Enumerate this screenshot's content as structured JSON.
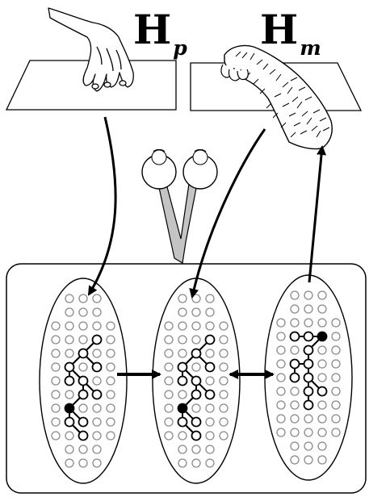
{
  "labels": {
    "left": {
      "main": "H",
      "sub": "p"
    },
    "right": {
      "main": "H",
      "sub": "m"
    }
  },
  "figure": {
    "elements": [
      "human-hand",
      "monkey-hand",
      "eyes",
      "brain-box",
      "neural-ellipse-left",
      "neural-ellipse-middle",
      "neural-ellipse-right"
    ],
    "colors": {
      "ink": "#000000",
      "grid-circle": "#8a8a8a",
      "optic-nerve": "#c4c4c4",
      "background": "#ffffff"
    }
  }
}
